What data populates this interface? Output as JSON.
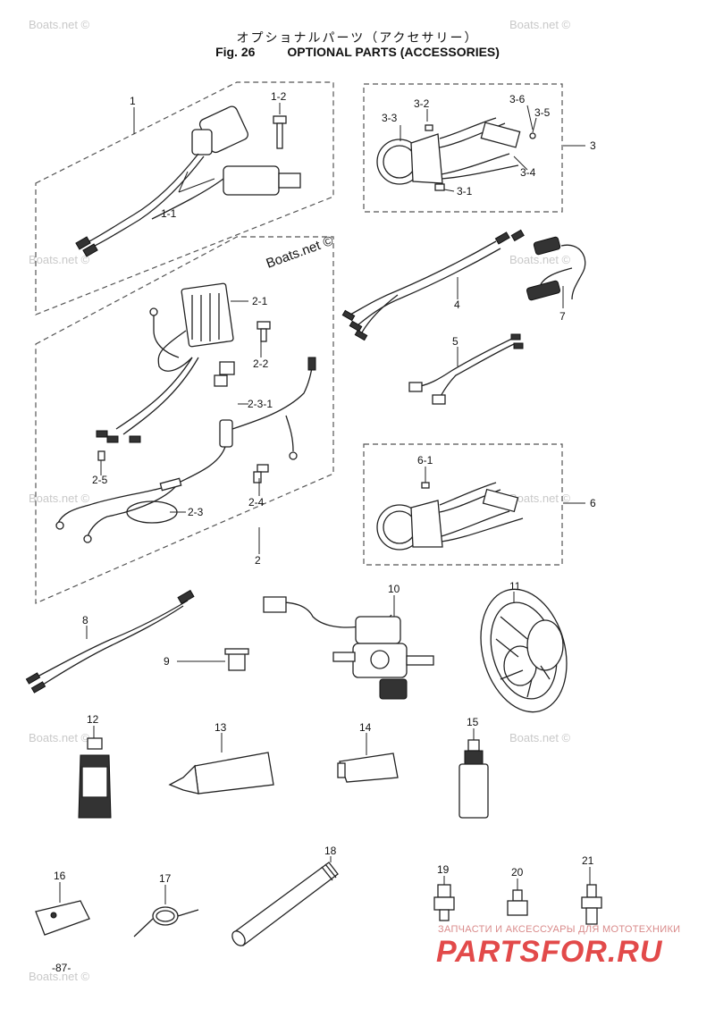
{
  "header": {
    "title_jp": "オプショナルパーツ（アクセサリー）",
    "fig_number": "Fig. 26",
    "title_en": "OPTIONAL PARTS (ACCESSORIES)"
  },
  "callouts": {
    "c1": "1",
    "c1_1": "1-1",
    "c1_2": "1-2",
    "c2": "2",
    "c2_1": "2-1",
    "c2_2": "2-2",
    "c2_3": "2-3",
    "c2_3_1": "2-3-1",
    "c2_4": "2-4",
    "c2_5": "2-5",
    "c3": "3",
    "c3_1": "3-1",
    "c3_2": "3-2",
    "c3_3": "3-3",
    "c3_4": "3-4",
    "c3_5": "3-5",
    "c3_6": "3-6",
    "c4": "4",
    "c5": "5",
    "c6": "6",
    "c6_1": "6-1",
    "c7": "7",
    "c8": "8",
    "c9": "9",
    "c10": "10",
    "c11": "11",
    "c12": "12",
    "c13": "13",
    "c14": "14",
    "c15": "15",
    "c16": "16",
    "c17": "17",
    "c18": "18",
    "c19": "19",
    "c20": "20",
    "c21": "21"
  },
  "watermark": {
    "text": "Boats.net ©"
  },
  "brand": {
    "subtitle": "ЗАПЧАСТИ И АКСЕССУАРЫ ДЛЯ МОТОТЕХНИКИ",
    "name": "PARTSFOR.RU",
    "color": "#e24a4a"
  },
  "footer": {
    "page_number": "-87-"
  }
}
